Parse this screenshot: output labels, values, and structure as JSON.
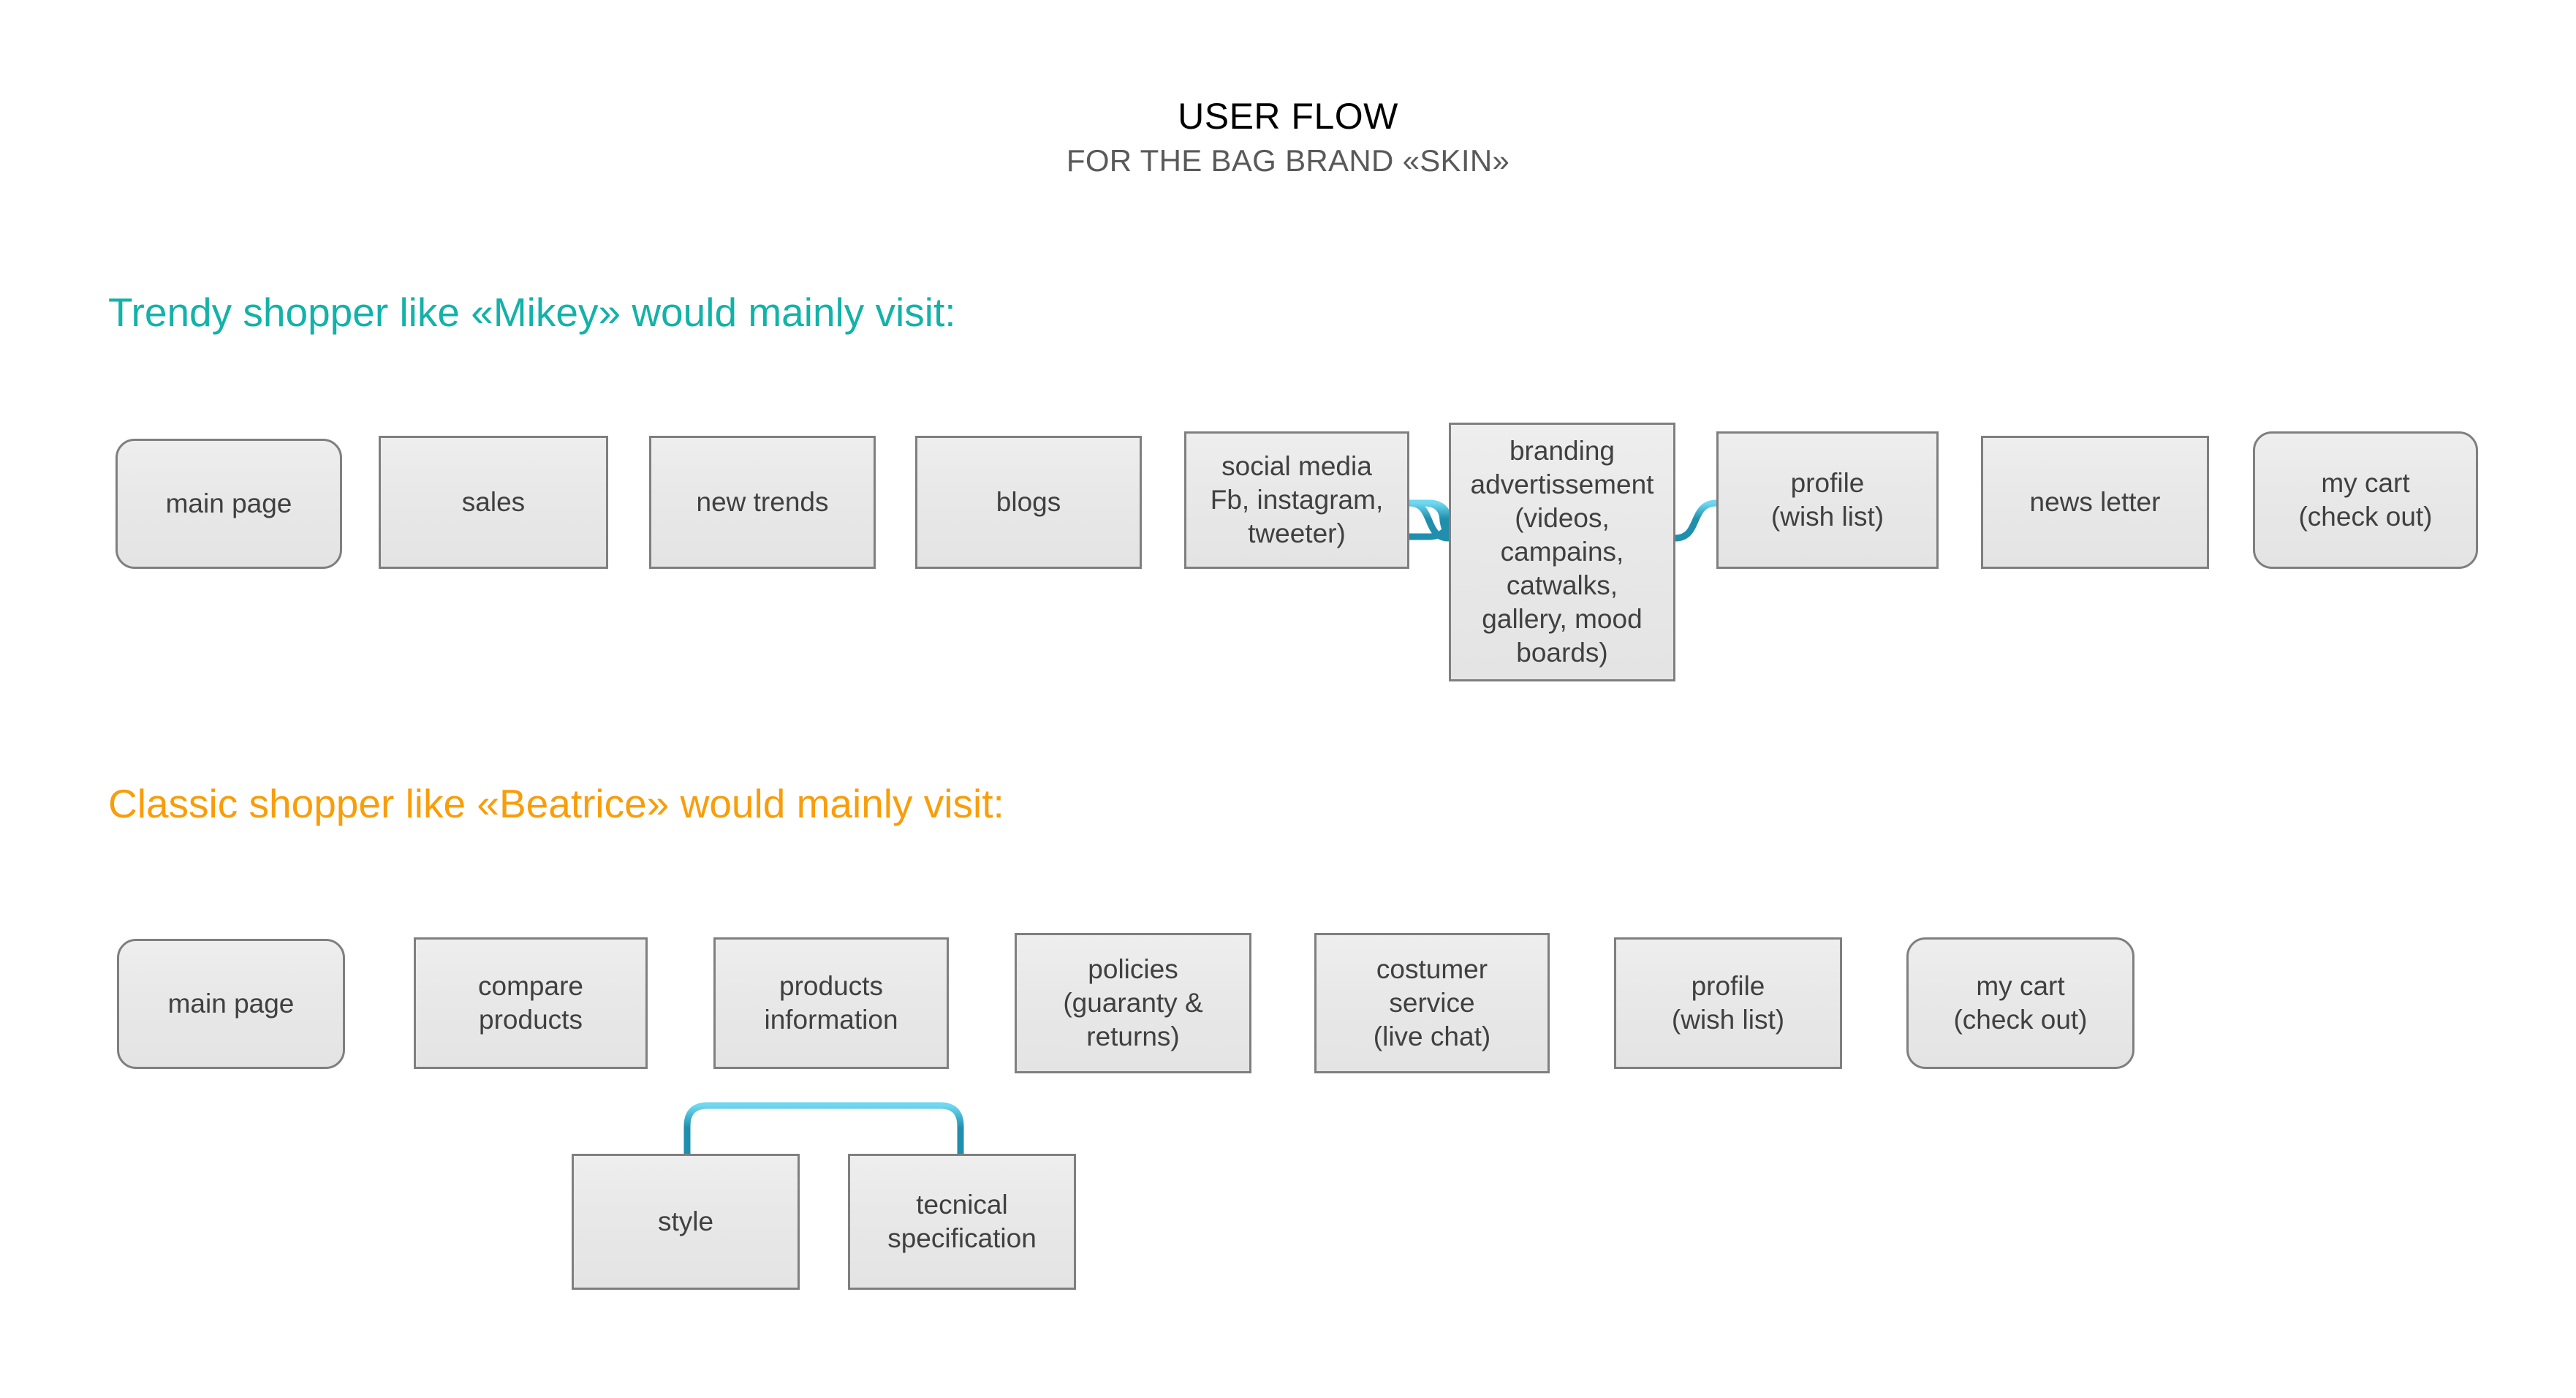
{
  "header": {
    "title": "USER FLOW",
    "subtitle": "FOR THE BAG BRAND «SKIN»"
  },
  "colors": {
    "trendy_heading": "#13b2a8",
    "classic_heading": "#f99d08",
    "connector": "#1f8fad",
    "connector_highlight": "#6fd8f0",
    "node_fill": "#e9e9e9",
    "node_border": "#7f7f7f",
    "node_text": "#404040",
    "title_text": "#000000",
    "subtitle_text": "#595959"
  },
  "sections": [
    {
      "id": "trendy",
      "heading": "Trendy shopper like «Mikey» would mainly visit:",
      "nodes": [
        {
          "id": "main-page",
          "label": "main page"
        },
        {
          "id": "sales",
          "label": "sales"
        },
        {
          "id": "new-trends",
          "label": "new trends"
        },
        {
          "id": "blogs",
          "label": "blogs"
        },
        {
          "id": "social-media",
          "label": "social media\nFb, instagram,\ntweeter)"
        },
        {
          "id": "branding",
          "label": "branding\nadvertissement\n(videos,\ncampains,\ncatwalks,\ngallery, mood\nboards)"
        },
        {
          "id": "profile",
          "label": "profile\n(wish list)"
        },
        {
          "id": "news-letter",
          "label": "news letter"
        },
        {
          "id": "my-cart",
          "label": "my cart\n(check out)"
        }
      ]
    },
    {
      "id": "classic",
      "heading": "Classic shopper like «Beatrice» would mainly visit:",
      "nodes": [
        {
          "id": "main-page",
          "label": "main page"
        },
        {
          "id": "compare-products",
          "label": "compare\nproducts"
        },
        {
          "id": "products-information",
          "label": "products\ninformation"
        },
        {
          "id": "policies",
          "label": "policies\n(guaranty &\nreturns)"
        },
        {
          "id": "costumer-service",
          "label": "costumer\nservice\n(live chat)"
        },
        {
          "id": "profile",
          "label": "profile\n(wish list)"
        },
        {
          "id": "my-cart",
          "label": "my cart\n(check out)"
        }
      ],
      "branch_nodes": [
        {
          "id": "style",
          "label": "style"
        },
        {
          "id": "tecnical-specification",
          "label": "tecnical\nspecification"
        }
      ]
    }
  ]
}
